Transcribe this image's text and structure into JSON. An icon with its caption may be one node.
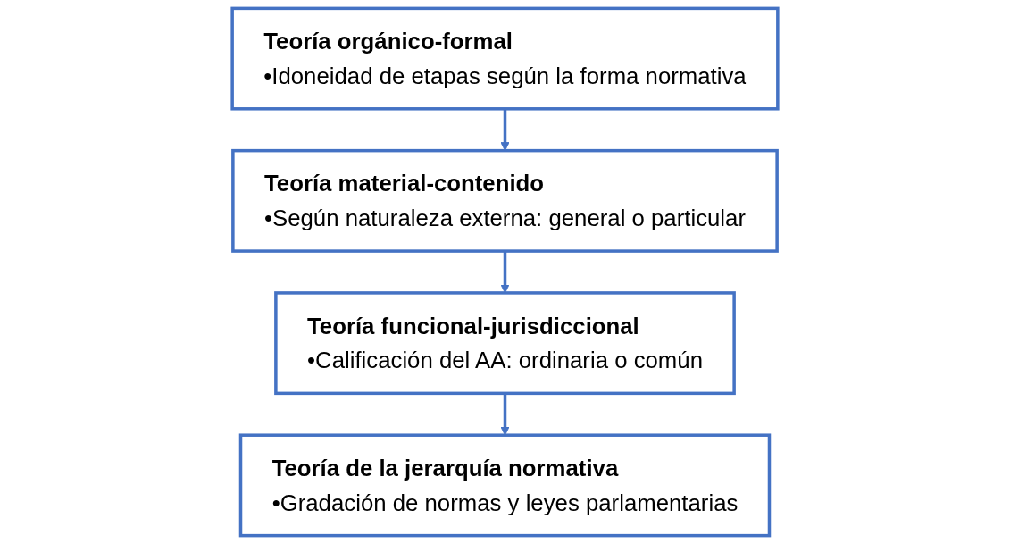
{
  "diagram": {
    "nodes": [
      {
        "text": [
          "Teoría orgánico-formal",
          "•Idoneidad de etapas según la forma normativa"
        ]
      },
      {
        "text": [
          "Teoría material-contenido",
          "•Según naturaleza externa: general o particular"
        ]
      },
      {
        "text": [
          "Teoría funcional-jurisdiccional",
          "•Calificación del AA: ordinaria o común"
        ]
      },
      {
        "text": [
          "Teoría de la jerarquía normativa",
          "•Gradación de normas y leyes parlamentarias"
        ]
      }
    ],
    "edges": [
      {
        "from": 0,
        "to": 1,
        "arrow": "to"
      },
      {
        "from": 1,
        "to": 2,
        "arrow": "to"
      },
      {
        "from": 2,
        "to": 3,
        "arrow": "to"
      }
    ]
  }
}
